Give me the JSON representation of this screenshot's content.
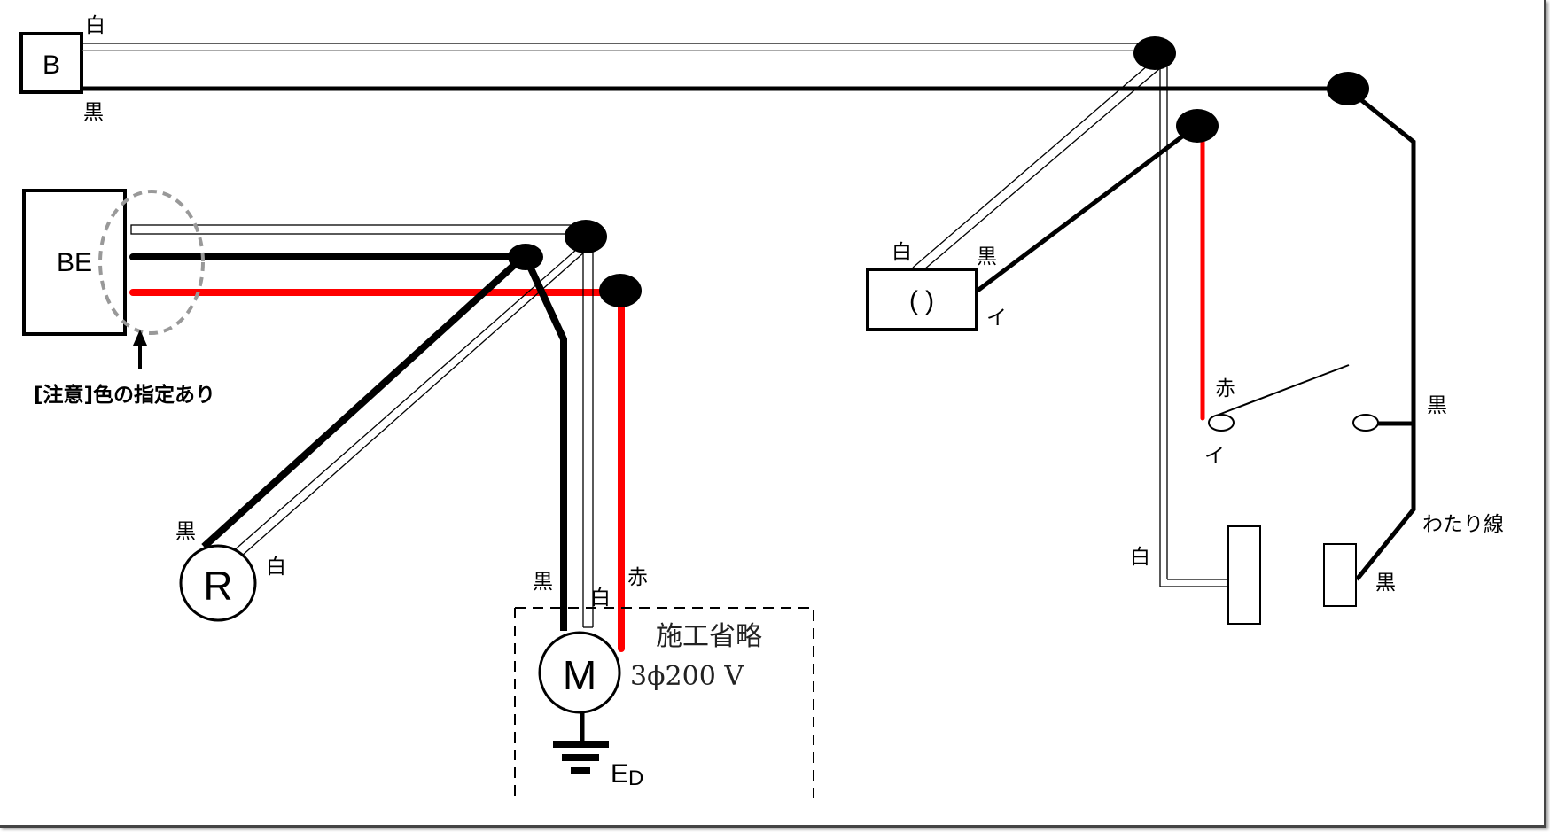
{
  "diagram": {
    "type": "electrical-wiring-diagram",
    "colors": {
      "black_wire": "#000000",
      "white_wire": "#ffffff",
      "red_wire": "#ff0000",
      "dashed_note_circle": "#999999"
    },
    "equipment": {
      "breaker_b": {
        "label": "B"
      },
      "breaker_be": {
        "label": "BE"
      },
      "receptacle_r": {
        "label": "R"
      },
      "motor_m": {
        "label": "M",
        "spec": "3ϕ200 V"
      },
      "ground": {
        "label": "E",
        "subscript": "D"
      },
      "lamp": {
        "label": "( )"
      },
      "omitted_box": {
        "label": "施工省略"
      }
    },
    "note": {
      "text": "[注意]色の指定あり"
    },
    "wire_labels": {
      "b_white": "白",
      "b_black": "黒",
      "r_black": "黒",
      "r_white": "白",
      "m_black": "黒",
      "m_white": "白",
      "m_red": "赤",
      "lamp_white": "白",
      "lamp_black": "黒",
      "lamp_i": "イ",
      "switch_red": "赤",
      "switch_i": "イ",
      "switch_black": "黒",
      "jumper": "わたり線",
      "outlet_white": "白",
      "outlet_black": "黒"
    }
  }
}
